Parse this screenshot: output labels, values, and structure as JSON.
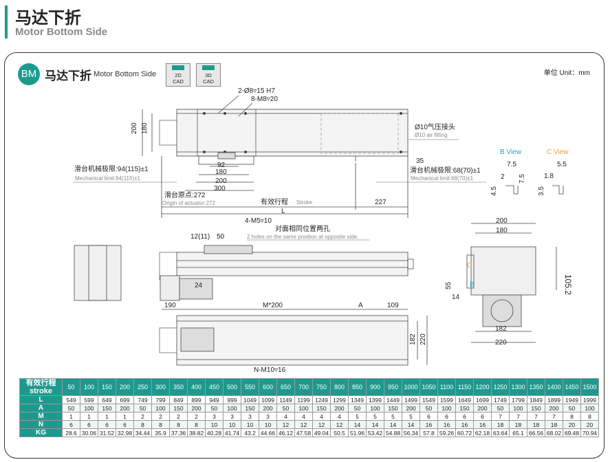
{
  "header": {
    "title_cn": "马达下折",
    "title_en": "Motor Bottom Side"
  },
  "card": {
    "badge": "BM",
    "title_cn": "马达下折",
    "title_en": "Motor Bottom Side",
    "cad_buttons": [
      {
        "line1": "2D",
        "line2": "CAD"
      },
      {
        "line1": "3D",
        "line2": "CAD"
      }
    ],
    "unit": "单位 Unit：mm"
  },
  "drawing": {
    "top_view": {
      "hole_note_1": "2-Ø8▿15 H7",
      "hole_note_2": "8-M8▿20",
      "air_cn": "Ø10气压接头",
      "air_en": "Ø10 air fitting",
      "dim_200": "200",
      "dim_180": "180",
      "dim_92": "92",
      "dim_180b": "180",
      "dim_200b": "200",
      "dim_300": "300",
      "dim_35": "35",
      "dim_227": "227",
      "dim_L": "L",
      "mech_left_cn": "滑台机械极限:94(115)±1",
      "mech_left_en": "Mechanical limit:94(115)±1",
      "mech_right_cn": "滑台机械极限:68(70)±1",
      "mech_right_en": "Mechanical limit:68(70)±1",
      "origin_cn": "滑台原点:272",
      "origin_en": "Origin of actuator:272",
      "stroke_cn": "有效行程",
      "stroke_en": "Stroke"
    },
    "side_view": {
      "note_m5": "4-M5▿10",
      "note_holes_cn": "对面相同位置两孔",
      "note_holes_en": "2 holes on the same position at opposite side.",
      "dim_12": "12(11)",
      "dim_50": "50",
      "dim_24": "24"
    },
    "bottom_view": {
      "dim_190": "190",
      "dim_M": "M*200",
      "dim_A": "A",
      "dim_109": "109",
      "dim_182": "182",
      "dim_220": "220",
      "note_n": "N-M10▿16"
    },
    "end_view": {
      "dim_200": "200",
      "dim_180": "180",
      "dim_105": "105.2",
      "dim_55": "55",
      "dim_14": "14",
      "dim_182": "182",
      "dim_220": "220",
      "label_c": "C",
      "label_b": "B"
    },
    "detail_views": {
      "b_title": "B View",
      "c_title": "C View",
      "b_dims": [
        "7.5",
        "2",
        "7.5",
        "4.5"
      ],
      "c_dims": [
        "5.5",
        "1.8",
        "3.5"
      ],
      "b_color": "#27a0c8",
      "c_color": "#e8a040"
    }
  },
  "spec_table": {
    "head_cn": "有效行程",
    "head_en": "stroke",
    "strokes": [
      "50",
      "100",
      "150",
      "200",
      "250",
      "300",
      "350",
      "400",
      "450",
      "500",
      "550",
      "600",
      "650",
      "700",
      "750",
      "800",
      "850",
      "900",
      "950",
      "1000",
      "1050",
      "1100",
      "1150",
      "1200",
      "1250",
      "1300",
      "1350",
      "1400",
      "1450",
      "1500"
    ],
    "rows": [
      {
        "label": "L",
        "values": [
          "549",
          "599",
          "649",
          "699",
          "749",
          "799",
          "849",
          "899",
          "949",
          "999",
          "1049",
          "1099",
          "1149",
          "1199",
          "1249",
          "1299",
          "1349",
          "1399",
          "1449",
          "1499",
          "1549",
          "1599",
          "1649",
          "1699",
          "1749",
          "1799",
          "1849",
          "1899",
          "1949",
          "1999"
        ]
      },
      {
        "label": "A",
        "values": [
          "50",
          "100",
          "150",
          "200",
          "50",
          "100",
          "150",
          "200",
          "50",
          "100",
          "150",
          "200",
          "50",
          "100",
          "150",
          "200",
          "50",
          "100",
          "150",
          "200",
          "50",
          "100",
          "150",
          "200",
          "50",
          "100",
          "150",
          "200",
          "50",
          "100"
        ]
      },
      {
        "label": "M",
        "values": [
          "1",
          "1",
          "1",
          "1",
          "2",
          "2",
          "2",
          "2",
          "3",
          "3",
          "3",
          "3",
          "4",
          "4",
          "4",
          "4",
          "5",
          "5",
          "5",
          "5",
          "6",
          "6",
          "6",
          "6",
          "7",
          "7",
          "7",
          "7",
          "8",
          "8"
        ]
      },
      {
        "label": "N",
        "values": [
          "6",
          "6",
          "6",
          "6",
          "8",
          "8",
          "8",
          "8",
          "10",
          "10",
          "10",
          "10",
          "12",
          "12",
          "12",
          "12",
          "14",
          "14",
          "14",
          "14",
          "16",
          "16",
          "16",
          "16",
          "18",
          "18",
          "18",
          "18",
          "20",
          "20"
        ]
      },
      {
        "label": "KG",
        "values": [
          "28.6",
          "30.06",
          "31.52",
          "32.98",
          "34.44",
          "35.9",
          "37.36",
          "38.82",
          "40.28",
          "41.74",
          "43.2",
          "44.66",
          "46.12",
          "47.58",
          "49.04",
          "50.5",
          "51.96",
          "53.42",
          "54.88",
          "56.34",
          "57.8",
          "59.26",
          "60.72",
          "62.18",
          "63.64",
          "65.1",
          "66.56",
          "68.02",
          "69.48",
          "70.94"
        ]
      }
    ]
  },
  "colors": {
    "accent": "#1d9a8e",
    "highlight": "#27a0c8"
  }
}
